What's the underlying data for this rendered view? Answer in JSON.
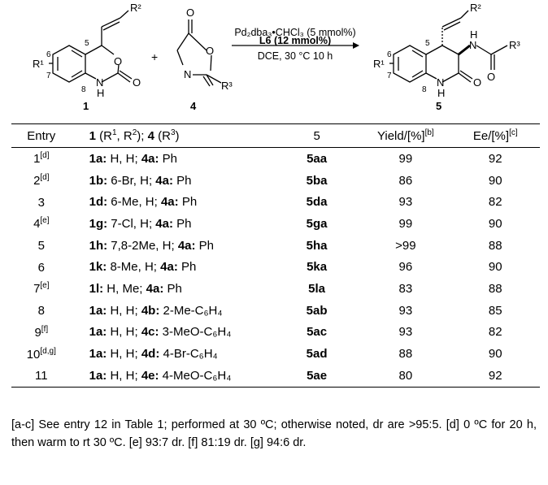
{
  "scheme": {
    "cond_line1": "Pd₂dba₃•CHCl₃ (5 mmol%)",
    "cond_line2": "L6 (12 mmol%)",
    "cond_line3": "DCE, 30 °C 10 h",
    "plus": "+",
    "label_1": "1",
    "label_4": "4",
    "label_5": "5",
    "atoms": {
      "R2": "R²",
      "R1": "R¹",
      "R3": "R³",
      "O": "O",
      "N": "N",
      "H": "H",
      "NH": "N",
      "n5": "5",
      "n6": "6",
      "n7": "7",
      "n8": "8"
    }
  },
  "table": {
    "headers": {
      "entry": "Entry",
      "substrates_1": "1",
      "substrates_text1": " (R",
      "substrates_sup1": "1",
      "substrates_text2": ", R",
      "substrates_sup2": "2",
      "substrates_text3": "); ",
      "substrates_4": "4",
      "substrates_text4": " (R",
      "substrates_sup3": "3",
      "substrates_text5": ")",
      "product": "5",
      "yield": "Yield/[%]",
      "yield_sup": "[b]",
      "ee": "Ee/[%]",
      "ee_sup": "[c]"
    },
    "rows": [
      {
        "entry": "1",
        "note": "[d]",
        "s1": "1a:",
        "r": " H, H; ",
        "s4": "4a:",
        "r3": " Ph",
        "product": "5aa",
        "yield": "99",
        "ee": "92"
      },
      {
        "entry": "2",
        "note": "[d]",
        "s1": "1b:",
        "r": " 6-Br, H; ",
        "s4": "4a:",
        "r3": " Ph",
        "product": "5ba",
        "yield": "86",
        "ee": "90"
      },
      {
        "entry": "3",
        "note": "",
        "s1": "1d:",
        "r": " 6-Me, H; ",
        "s4": "4a:",
        "r3": " Ph",
        "product": "5da",
        "yield": "93",
        "ee": "82"
      },
      {
        "entry": "4",
        "note": "[e]",
        "s1": "1g:",
        "r": " 7-Cl, H; ",
        "s4": "4a:",
        "r3": " Ph",
        "product": "5ga",
        "yield": "99",
        "ee": "90"
      },
      {
        "entry": "5",
        "note": "",
        "s1": "1h:",
        "r": " 7,8-2Me, H; ",
        "s4": "4a:",
        "r3": " Ph",
        "product": "5ha",
        "yield": ">99",
        "ee": "88"
      },
      {
        "entry": "6",
        "note": "",
        "s1": "1k:",
        "r": " 8-Me, H; ",
        "s4": "4a:",
        "r3": " Ph",
        "product": "5ka",
        "yield": "96",
        "ee": "90"
      },
      {
        "entry": "7",
        "note": "[e]",
        "s1": "1l:",
        "r": " H, Me; ",
        "s4": "4a:",
        "r3": " Ph",
        "product": "5la",
        "yield": "83",
        "ee": "88"
      },
      {
        "entry": "8",
        "note": "",
        "s1": "1a:",
        "r": " H, H; ",
        "s4": "4b:",
        "r3": " 2-Me-C₆H₄",
        "product": "5ab",
        "yield": "93",
        "ee": "85"
      },
      {
        "entry": "9",
        "note": "[f]",
        "s1": "1a:",
        "r": " H, H; ",
        "s4": "4c:",
        "r3": " 3-MeO-C₆H₄",
        "product": "5ac",
        "yield": "93",
        "ee": "82"
      },
      {
        "entry": "10",
        "note": "[d,g]",
        "s1": "1a:",
        "r": " H, H; ",
        "s4": "4d:",
        "r3": " 4-Br-C₆H₄",
        "product": "5ad",
        "yield": "88",
        "ee": "90"
      },
      {
        "entry": "11",
        "note": "",
        "s1": "1a:",
        "r": " H, H; ",
        "s4": "4e:",
        "r3": " 4-MeO-C₆H₄",
        "product": "5ae",
        "yield": "80",
        "ee": "92"
      }
    ]
  },
  "footnote": "[a-c] See entry 12 in Table 1; performed at 30 ºC; otherwise noted, dr are >95:5. [d] 0 ºC for 20 h, then warm to rt 30 ºC. [e] 93:7 dr. [f] 81:19 dr. [g] 94:6 dr."
}
